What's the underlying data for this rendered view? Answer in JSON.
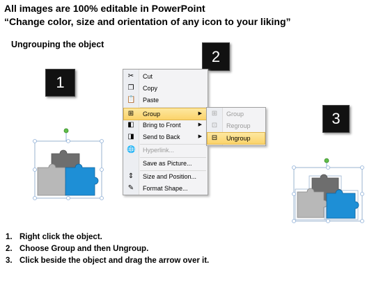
{
  "header": {
    "line1": "All images are 100% editable in PowerPoint",
    "line2": "“Change color, size and orientation of any icon to your liking”",
    "section": "Ungrouping the object"
  },
  "badges": [
    "1",
    "2",
    "3"
  ],
  "context_menu": {
    "items": [
      {
        "label": "Cut",
        "icon": "scissors-icon"
      },
      {
        "label": "Copy",
        "icon": "copy-icon"
      },
      {
        "label": "Paste",
        "icon": "paste-icon"
      },
      {
        "label": "Group",
        "icon": "group-icon",
        "submenu": true,
        "highlighted": true
      },
      {
        "label": "Bring to Front",
        "icon": "bring-front-icon",
        "submenu": true
      },
      {
        "label": "Send to Back",
        "icon": "send-back-icon",
        "submenu": true
      },
      {
        "label": "Hyperlink...",
        "icon": "hyperlink-icon",
        "disabled": true
      },
      {
        "label": "Save as Picture...",
        "icon": ""
      },
      {
        "label": "Size and Position...",
        "icon": "size-icon"
      },
      {
        "label": "Format Shape...",
        "icon": "format-shape-icon"
      }
    ]
  },
  "submenu": {
    "items": [
      {
        "label": "Group",
        "icon": "group-icon",
        "disabled": true
      },
      {
        "label": "Regroup",
        "icon": "regroup-icon",
        "disabled": true
      },
      {
        "label": "Ungroup",
        "icon": "ungroup-icon",
        "highlighted": true
      }
    ]
  },
  "steps": [
    {
      "num": "1.",
      "text": "Right click the object."
    },
    {
      "num": "2.",
      "text": "Choose Group and then Ungroup."
    },
    {
      "num": "3.",
      "text": "Click beside the object and drag the arrow over it."
    }
  ],
  "colors": {
    "gray_dark": "#6e6e6e",
    "gray_light": "#b8b8b8",
    "blue": "#1e8fd6",
    "highlight": "#fbd36a",
    "handle": "#8fb0d8",
    "rotate": "#5fbf4a"
  }
}
